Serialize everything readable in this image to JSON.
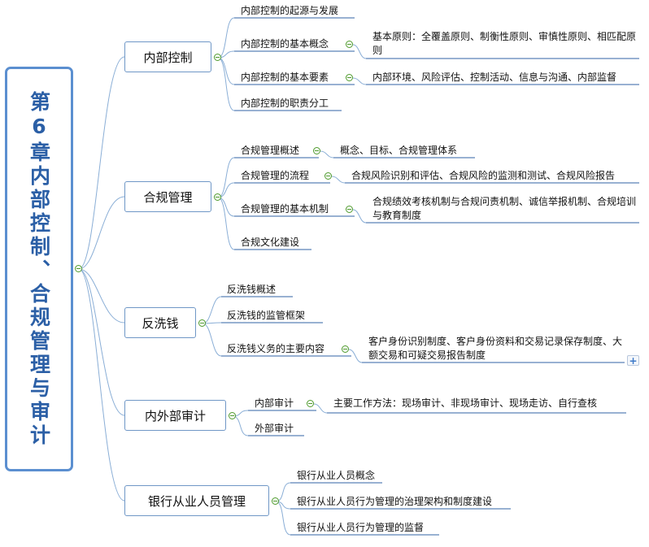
{
  "root": {
    "title": "第6章内部控制、合规管理与审计"
  },
  "branches": [
    {
      "label": "内部控制",
      "children": [
        {
          "label": "内部控制的起源与发展"
        },
        {
          "label": "内部控制的基本概念",
          "detail": "基本原则：全覆盖原则、制衡性原则、审慎性原则、相匹配原则"
        },
        {
          "label": "内部控制的基本要素",
          "detail": "内部环境、风险评估、控制活动、信息与沟通、内部监督"
        },
        {
          "label": "内部控制的职责分工"
        }
      ]
    },
    {
      "label": "合规管理",
      "children": [
        {
          "label": "合规管理概述",
          "detail": "概念、目标、合规管理体系"
        },
        {
          "label": "合规管理的流程",
          "detail": "合规风险识别和评估、合规风险的监测和测试、合规风险报告"
        },
        {
          "label": "合规管理的基本机制",
          "detail": "合规绩效考核机制与合规问责机制、诚信举报机制、合规培训与教育制度"
        },
        {
          "label": "合规文化建设"
        }
      ]
    },
    {
      "label": "反洗钱",
      "children": [
        {
          "label": "反洗钱概述"
        },
        {
          "label": "反洗钱的监管框架"
        },
        {
          "label": "反洗钱义务的主要内容",
          "detail": "客户身份识别制度、客户身份资料和交易记录保存制度、大额交易和可疑交易报告制度"
        }
      ]
    },
    {
      "label": "内外部审计",
      "children": [
        {
          "label": "内部审计",
          "detail": "主要工作方法：现场审计、非现场审计、现场走访、自行查核"
        },
        {
          "label": "外部审计"
        }
      ]
    },
    {
      "label": "银行从业人员管理",
      "children": [
        {
          "label": "银行从业人员概念"
        },
        {
          "label": "银行从业人员行为管理的治理架构和制度建设"
        },
        {
          "label": "银行从业人员行为管理的监督"
        }
      ]
    }
  ],
  "colors": {
    "root_border": "#5b8fd0",
    "root_text": "#2b5fa6",
    "branch_border": "#6f97c6",
    "line": "#8aaed6",
    "underline": "#5b82b8",
    "toggle": "#4e9a2c"
  },
  "icons": {
    "toggle": "collapse-minus-icon",
    "expand": "expand-plus-icon"
  }
}
